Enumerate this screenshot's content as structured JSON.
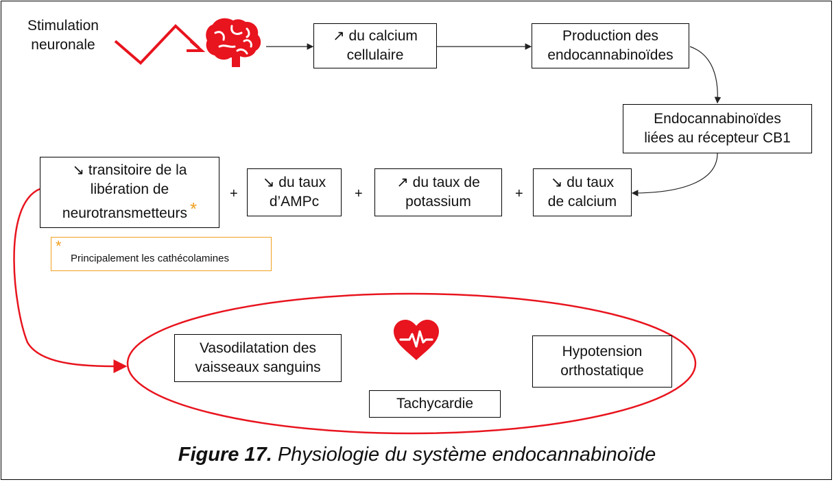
{
  "stimulation": {
    "line1": "Stimulation",
    "line2": "neuronale"
  },
  "icons": {
    "brain": "brain-icon",
    "heart": "heart-pulse-icon",
    "accent": "#e8141e",
    "note_accent": "#f0a020"
  },
  "boxes": {
    "calcium_cellulaire": {
      "line1": "↗ du calcium",
      "line2": "cellulaire"
    },
    "production": {
      "line1": "Production des",
      "line2": "endocannabinoïdes"
    },
    "liees": {
      "line1": "Endocannabinoïdes",
      "line2": "liées au récepteur CB1"
    },
    "liberation": {
      "line1": "↘ transitoire de la",
      "line2": "libération de",
      "line3": "neurotransmetteurs",
      "star": "*"
    },
    "ampc": {
      "line1": "↘ du taux",
      "line2": "d’AMPc"
    },
    "potassium": {
      "line1": "↗ du taux de",
      "line2": "potassium"
    },
    "calcium_taux": {
      "line1": "↘ du taux",
      "line2": "de calcium"
    },
    "vasodilatation": {
      "line1": "Vasodilatation des",
      "line2": "vaisseaux sanguins"
    },
    "tachycardie": {
      "line1": "Tachycardie"
    },
    "hypotension": {
      "line1": "Hypotension",
      "line2": "orthostatique"
    }
  },
  "plus_sign": "+",
  "note": {
    "star": "*",
    "text": "Principalement les cathécolamines"
  },
  "caption": {
    "bold": "Figure 17.",
    "rest": " Physiologie du système endocannabinoïde"
  }
}
